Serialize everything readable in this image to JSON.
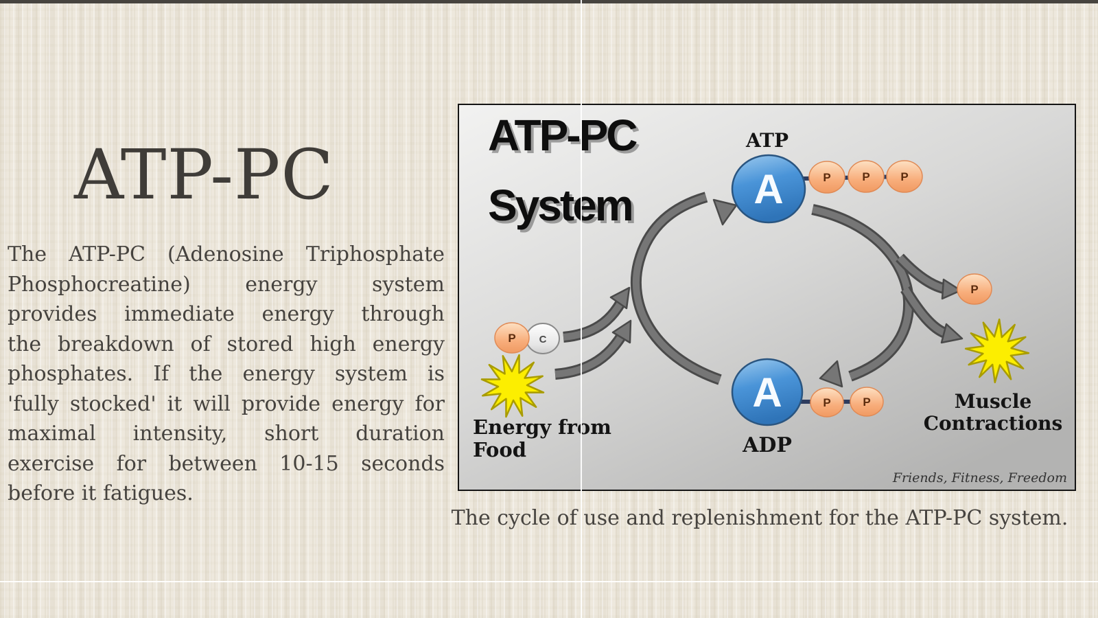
{
  "slide": {
    "title": "ATP-PC",
    "body_lines": [
      "The ATP-PC (Adenosine Triphosphate",
      "Phosphocreatine) energy system",
      "provides immediate energy through",
      "the breakdown of stored high energy",
      "phosphates. If the energy system is",
      "'fully stocked' it will provide energy for",
      "maximal intensity, short duration",
      "exercise for between 10-15 seconds",
      "before it fatigues."
    ],
    "caption": "The cycle of use and replenishment for the ATP-PC system."
  },
  "figure": {
    "title_line1": "ATP-PC",
    "title_line2": "System",
    "atp_label": "ATP",
    "adp_label": "ADP",
    "energy_line1": "Energy from",
    "energy_line2": "Food",
    "muscle_line1": "Muscle",
    "muscle_line2": "Contractions",
    "watermark": "Friends, Fitness, Freedom",
    "letters": {
      "A": "A",
      "P": "P",
      "C": "C"
    },
    "colors": {
      "page_background": "#eae4d8",
      "top_bar": "#47443f",
      "text": "#45423e",
      "figure_border": "#141414",
      "figure_background_light": "#f1f1f0",
      "figure_background_dark": "#b5b5b4",
      "adenosine_blue": "#4792d8",
      "phosphate_orange": "#f8ae7c",
      "creatine_white": "#f2f2f2",
      "star_yellow": "#fcee00",
      "arrow_gray": "#767676",
      "chain_navy": "#2e3c5e"
    }
  }
}
